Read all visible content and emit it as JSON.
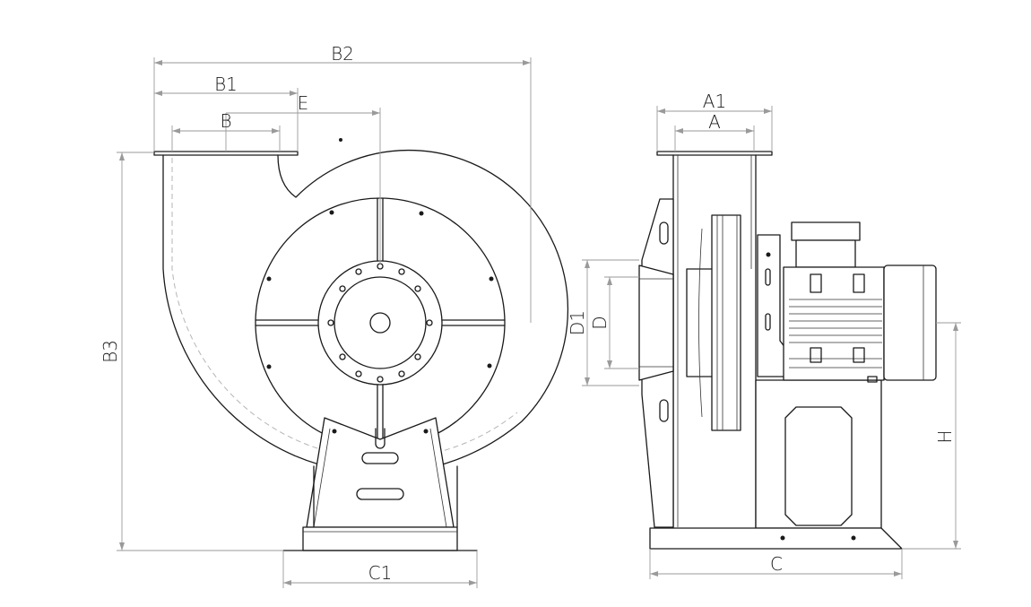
{
  "labels": {
    "B2": "B2",
    "B1": "B1",
    "B": "B",
    "E": "E",
    "B3": "B3",
    "C1": "C1",
    "A1": "A1",
    "A": "A",
    "D1": "D1",
    "D": "D",
    "H": "H",
    "C": "C"
  },
  "colors": {
    "line": "#1a1a1a",
    "dimension": "#9a9a9a",
    "hidden": "#b5b5b5",
    "background": "#ffffff"
  }
}
